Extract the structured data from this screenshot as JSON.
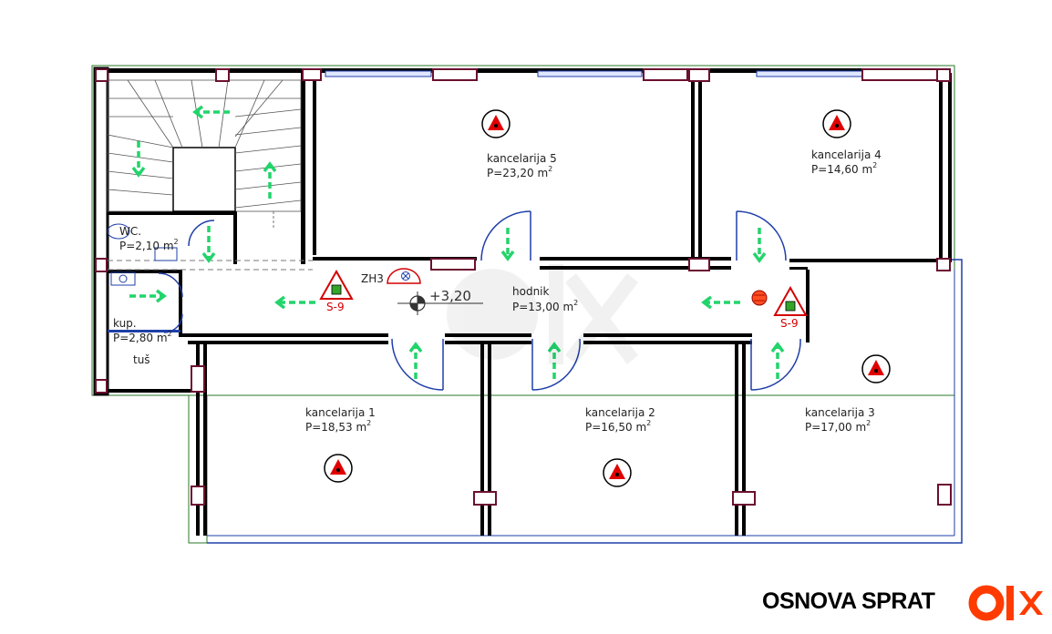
{
  "title": "OSNOVA SPRAT",
  "level_mark": "+3,20",
  "hydrant_label": "ZH3",
  "rooms": [
    {
      "id": "kancelarija-5",
      "name": "kancelarija 5",
      "area": "P=23,20  m",
      "unit_sup": "2"
    },
    {
      "id": "kancelarija-4",
      "name": "kancelarija 4",
      "area": "P=14,60  m",
      "unit_sup": "2"
    },
    {
      "id": "wc",
      "name": "WC.",
      "area": "P=2,10  m",
      "unit_sup": "2"
    },
    {
      "id": "hodnik",
      "name": "hodnik",
      "area": "P=13,00  m",
      "unit_sup": "2"
    },
    {
      "id": "kup",
      "name": "kup.",
      "area": "P=2,80  m",
      "unit_sup": "2",
      "extra": "tuš"
    },
    {
      "id": "kancelarija-1",
      "name": "kancelarija 1",
      "area": "P=18,53  m",
      "unit_sup": "2"
    },
    {
      "id": "kancelarija-2",
      "name": "kancelarija 2",
      "area": "P=16,50  m",
      "unit_sup": "2"
    },
    {
      "id": "kancelarija-3",
      "name": "kancelarija 3",
      "area": "P=17,00  m",
      "unit_sup": "2"
    }
  ],
  "extinguishers": [
    {
      "label": "S-9"
    },
    {
      "label": "S-9"
    }
  ],
  "colors": {
    "wall": "#000000",
    "column_border": "#6b1030",
    "window": "#1f3fa8",
    "door": "#1f3fa8",
    "exit_arrow": "#22d46b",
    "warning_red": "#e10000",
    "terrace_outline": "#2a7a2a",
    "logo_orange": "#ff3b00"
  },
  "icons": [
    "fire-alarm-icon",
    "fire-extinguisher-icon",
    "hydrant-icon",
    "exit-arrow-icon",
    "smoke-detector-icon"
  ]
}
